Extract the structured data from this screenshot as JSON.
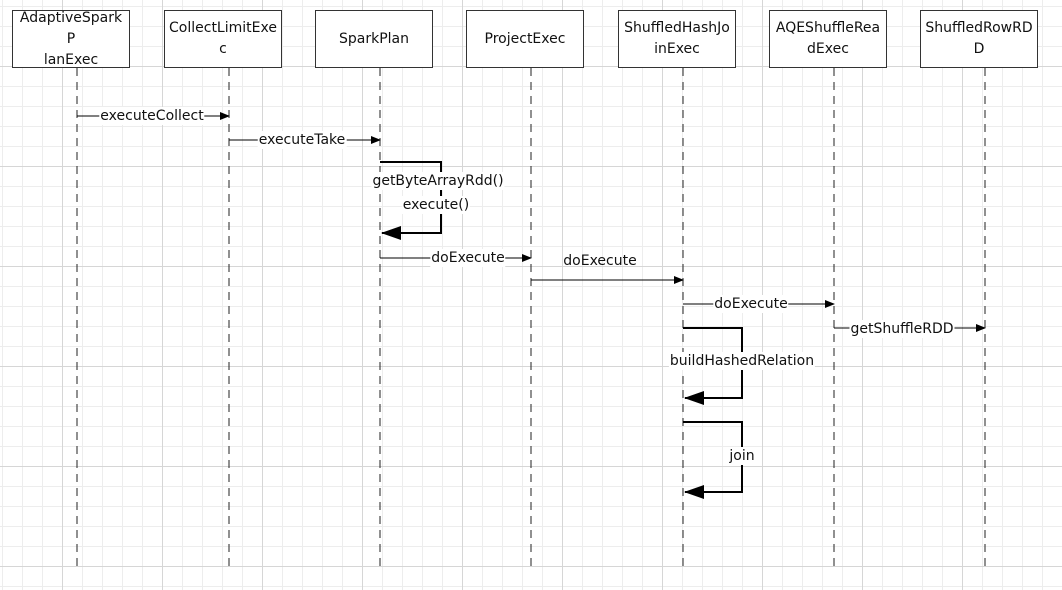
{
  "participants": [
    {
      "id": "adaptive",
      "line1": "AdaptiveSparkP",
      "line2": "lanExec"
    },
    {
      "id": "collect",
      "line1": "CollectLimitExe",
      "line2": "c"
    },
    {
      "id": "sparkplan",
      "line1": "SparkPlan",
      "line2": ""
    },
    {
      "id": "project",
      "line1": "ProjectExec",
      "line2": ""
    },
    {
      "id": "shj",
      "line1": "ShuffledHashJo",
      "line2": "inExec"
    },
    {
      "id": "aqe",
      "line1": "AQEShuffleRea",
      "line2": "dExec"
    },
    {
      "id": "rowrdd",
      "line1": "ShuffledRowRD",
      "line2": "D"
    }
  ],
  "messages": {
    "m1": "executeCollect",
    "m2": "executeTake",
    "m3a": "getByteArrayRdd()",
    "m3b": "execute()",
    "m4": "doExecute",
    "m5": "doExecute",
    "m6": "doExecute",
    "m7": "getShuffleRDD",
    "m8": "buildHashedRelation",
    "m9": "join"
  }
}
